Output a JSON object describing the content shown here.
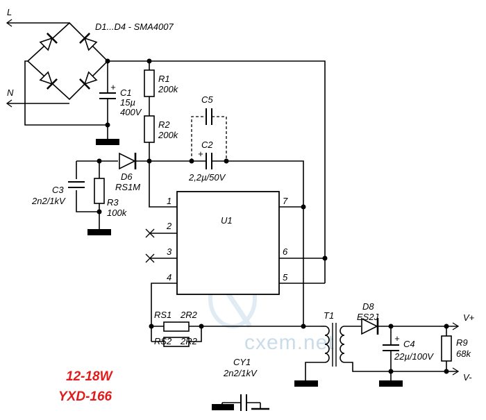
{
  "labels": {
    "L": "L",
    "N": "N",
    "d1d4": "D1...D4 - SMA4007",
    "c1": "C1",
    "c1_val1": "15µ",
    "c1_val2": "400V",
    "r1": "R1",
    "r1_val": "200k",
    "r2": "R2",
    "r2_val": "200k",
    "c5": "C5",
    "c2": "C2",
    "c2_val": "2,2µ/50V",
    "d6": "D6",
    "d6_val": "RS1M",
    "c3": "C3",
    "c3_val": "2n2/1kV",
    "r3": "R3",
    "r3_val": "100k",
    "u1": "U1",
    "pin1": "1",
    "pin2": "2",
    "pin3": "3",
    "pin4": "4",
    "pin5": "5",
    "pin6": "6",
    "pin7": "7",
    "rs1": "RS1",
    "rs1_val": "2R2",
    "rs2": "RS2",
    "rs2_val": "2R2",
    "t1": "T1",
    "d8": "D8",
    "d8_val": "ES2J",
    "c4": "C4",
    "c4_val": "22µ/100V",
    "r9": "R9",
    "r9_val": "68k",
    "vplus": "V+",
    "vminus": "V-",
    "cy1": "CY1",
    "cy1_val": "2n2/1kV",
    "plus": "+",
    "power": "12-18W",
    "model": "YXD-166",
    "watermark": "cxem.net"
  }
}
